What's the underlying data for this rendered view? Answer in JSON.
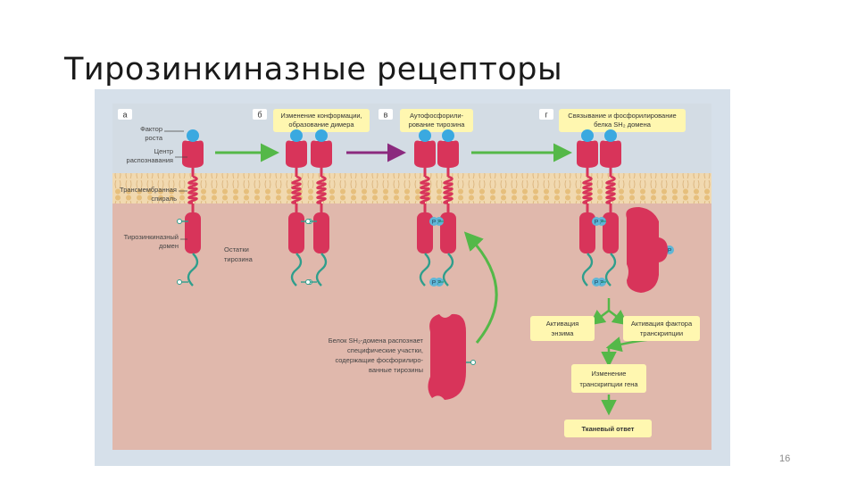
{
  "slide": {
    "title": "Тирозинкиназные рецепторы",
    "page_number": "16"
  },
  "panels": {
    "a": "а",
    "b": "б",
    "v": "в",
    "g": "г"
  },
  "steps": {
    "b_line1": "Изменение конформации,",
    "b_line2": "образование димера",
    "v_line1": "Аутофосфорили-",
    "v_line2": "рование тирозина",
    "g_line1": "Связывание и фосфорилирование",
    "g_line2": "белка SH₂ домена"
  },
  "labels": {
    "growth_factor_1": "Фактор",
    "growth_factor_2": "роста",
    "binding_center_1": "Центр",
    "binding_center_2": "распознавания",
    "transmembrane_1": "Трансмембранная",
    "transmembrane_2": "спираль",
    "tk_domain_1": "Тирозинкиназный",
    "tk_domain_2": "домен",
    "tyr_residues_1": "Остатки",
    "tyr_residues_2": "тирозина",
    "sh2_line1": "Белок SH₂-домена распознает",
    "sh2_line2": "специфические участки,",
    "sh2_line3": "содержащие фосфорилиро-",
    "sh2_line4": "ванные тирозины"
  },
  "phospho": "P",
  "outcomes": {
    "enzyme_1": "Активация",
    "enzyme_2": "энзима",
    "tf_1": "Активация фактора",
    "tf_2": "транскрипции",
    "gene_1": "Изменение",
    "gene_2": "транскрипции гена",
    "tissue": "Тканевый ответ"
  },
  "colors": {
    "extracellular": "#d3dce4",
    "membrane": "#f3d7a6",
    "cytoplasm": "#e0b8ac",
    "receptor": "#d8345a",
    "ligand": "#3aa9e0",
    "tail": "#2f9e8c",
    "arrow_green": "#54b848",
    "arrow_purple": "#8b2a7e",
    "label_box": "#fff7b0"
  }
}
